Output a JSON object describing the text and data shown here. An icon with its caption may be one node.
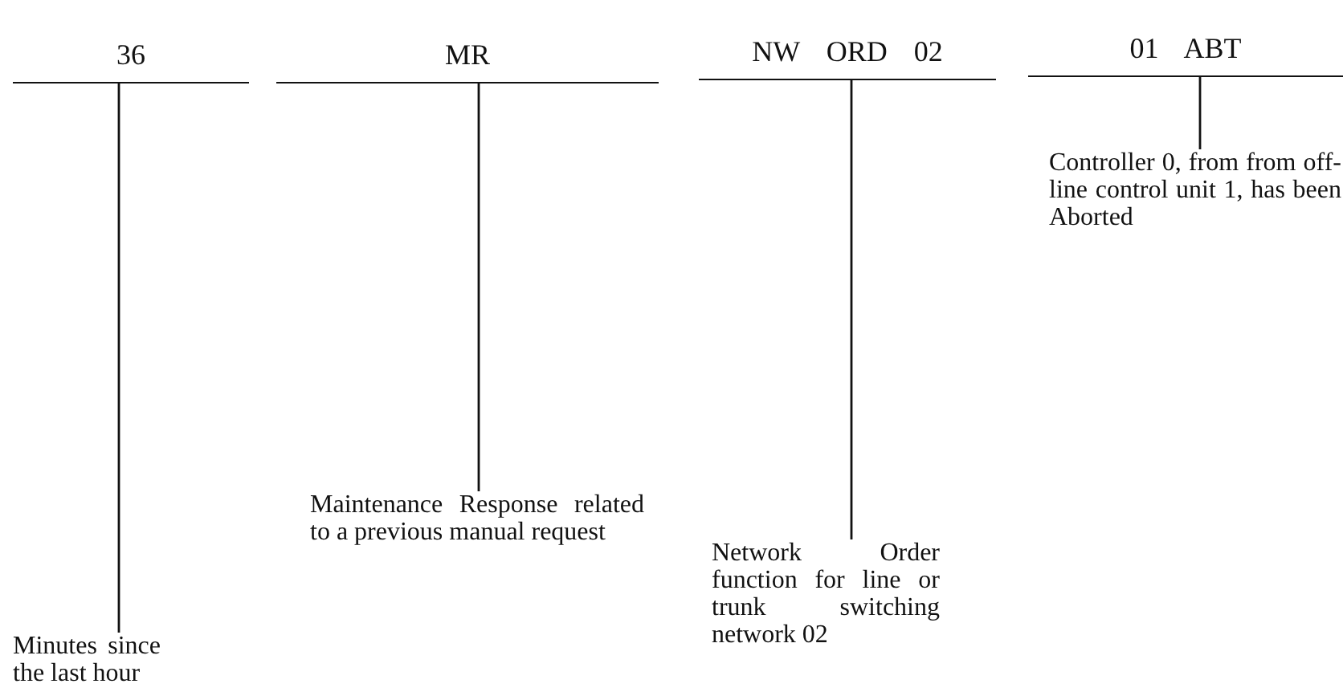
{
  "diagram": {
    "nodes": [
      {
        "text": [
          "36"
        ]
      },
      {
        "text": [
          "MR"
        ]
      },
      {
        "text": [
          "NW ORD 02"
        ]
      },
      {
        "text": [
          "01 ABT"
        ]
      },
      {
        "text": [
          "Minutes since the last hour"
        ]
      },
      {
        "text": [
          "Maintenance Response related to a previous manual request"
        ]
      },
      {
        "text": [
          "Network Order function for line or trunk switching network 02"
        ]
      },
      {
        "text": [
          "Controller 0, from from off-line control unit 1, has been Aborted"
        ]
      }
    ],
    "edges": [
      {
        "from": 0,
        "to": 4,
        "arrow": "none"
      },
      {
        "from": 1,
        "to": 5,
        "arrow": "none"
      },
      {
        "from": 2,
        "to": 6,
        "arrow": "none"
      },
      {
        "from": 3,
        "to": 7,
        "arrow": "none"
      }
    ]
  }
}
